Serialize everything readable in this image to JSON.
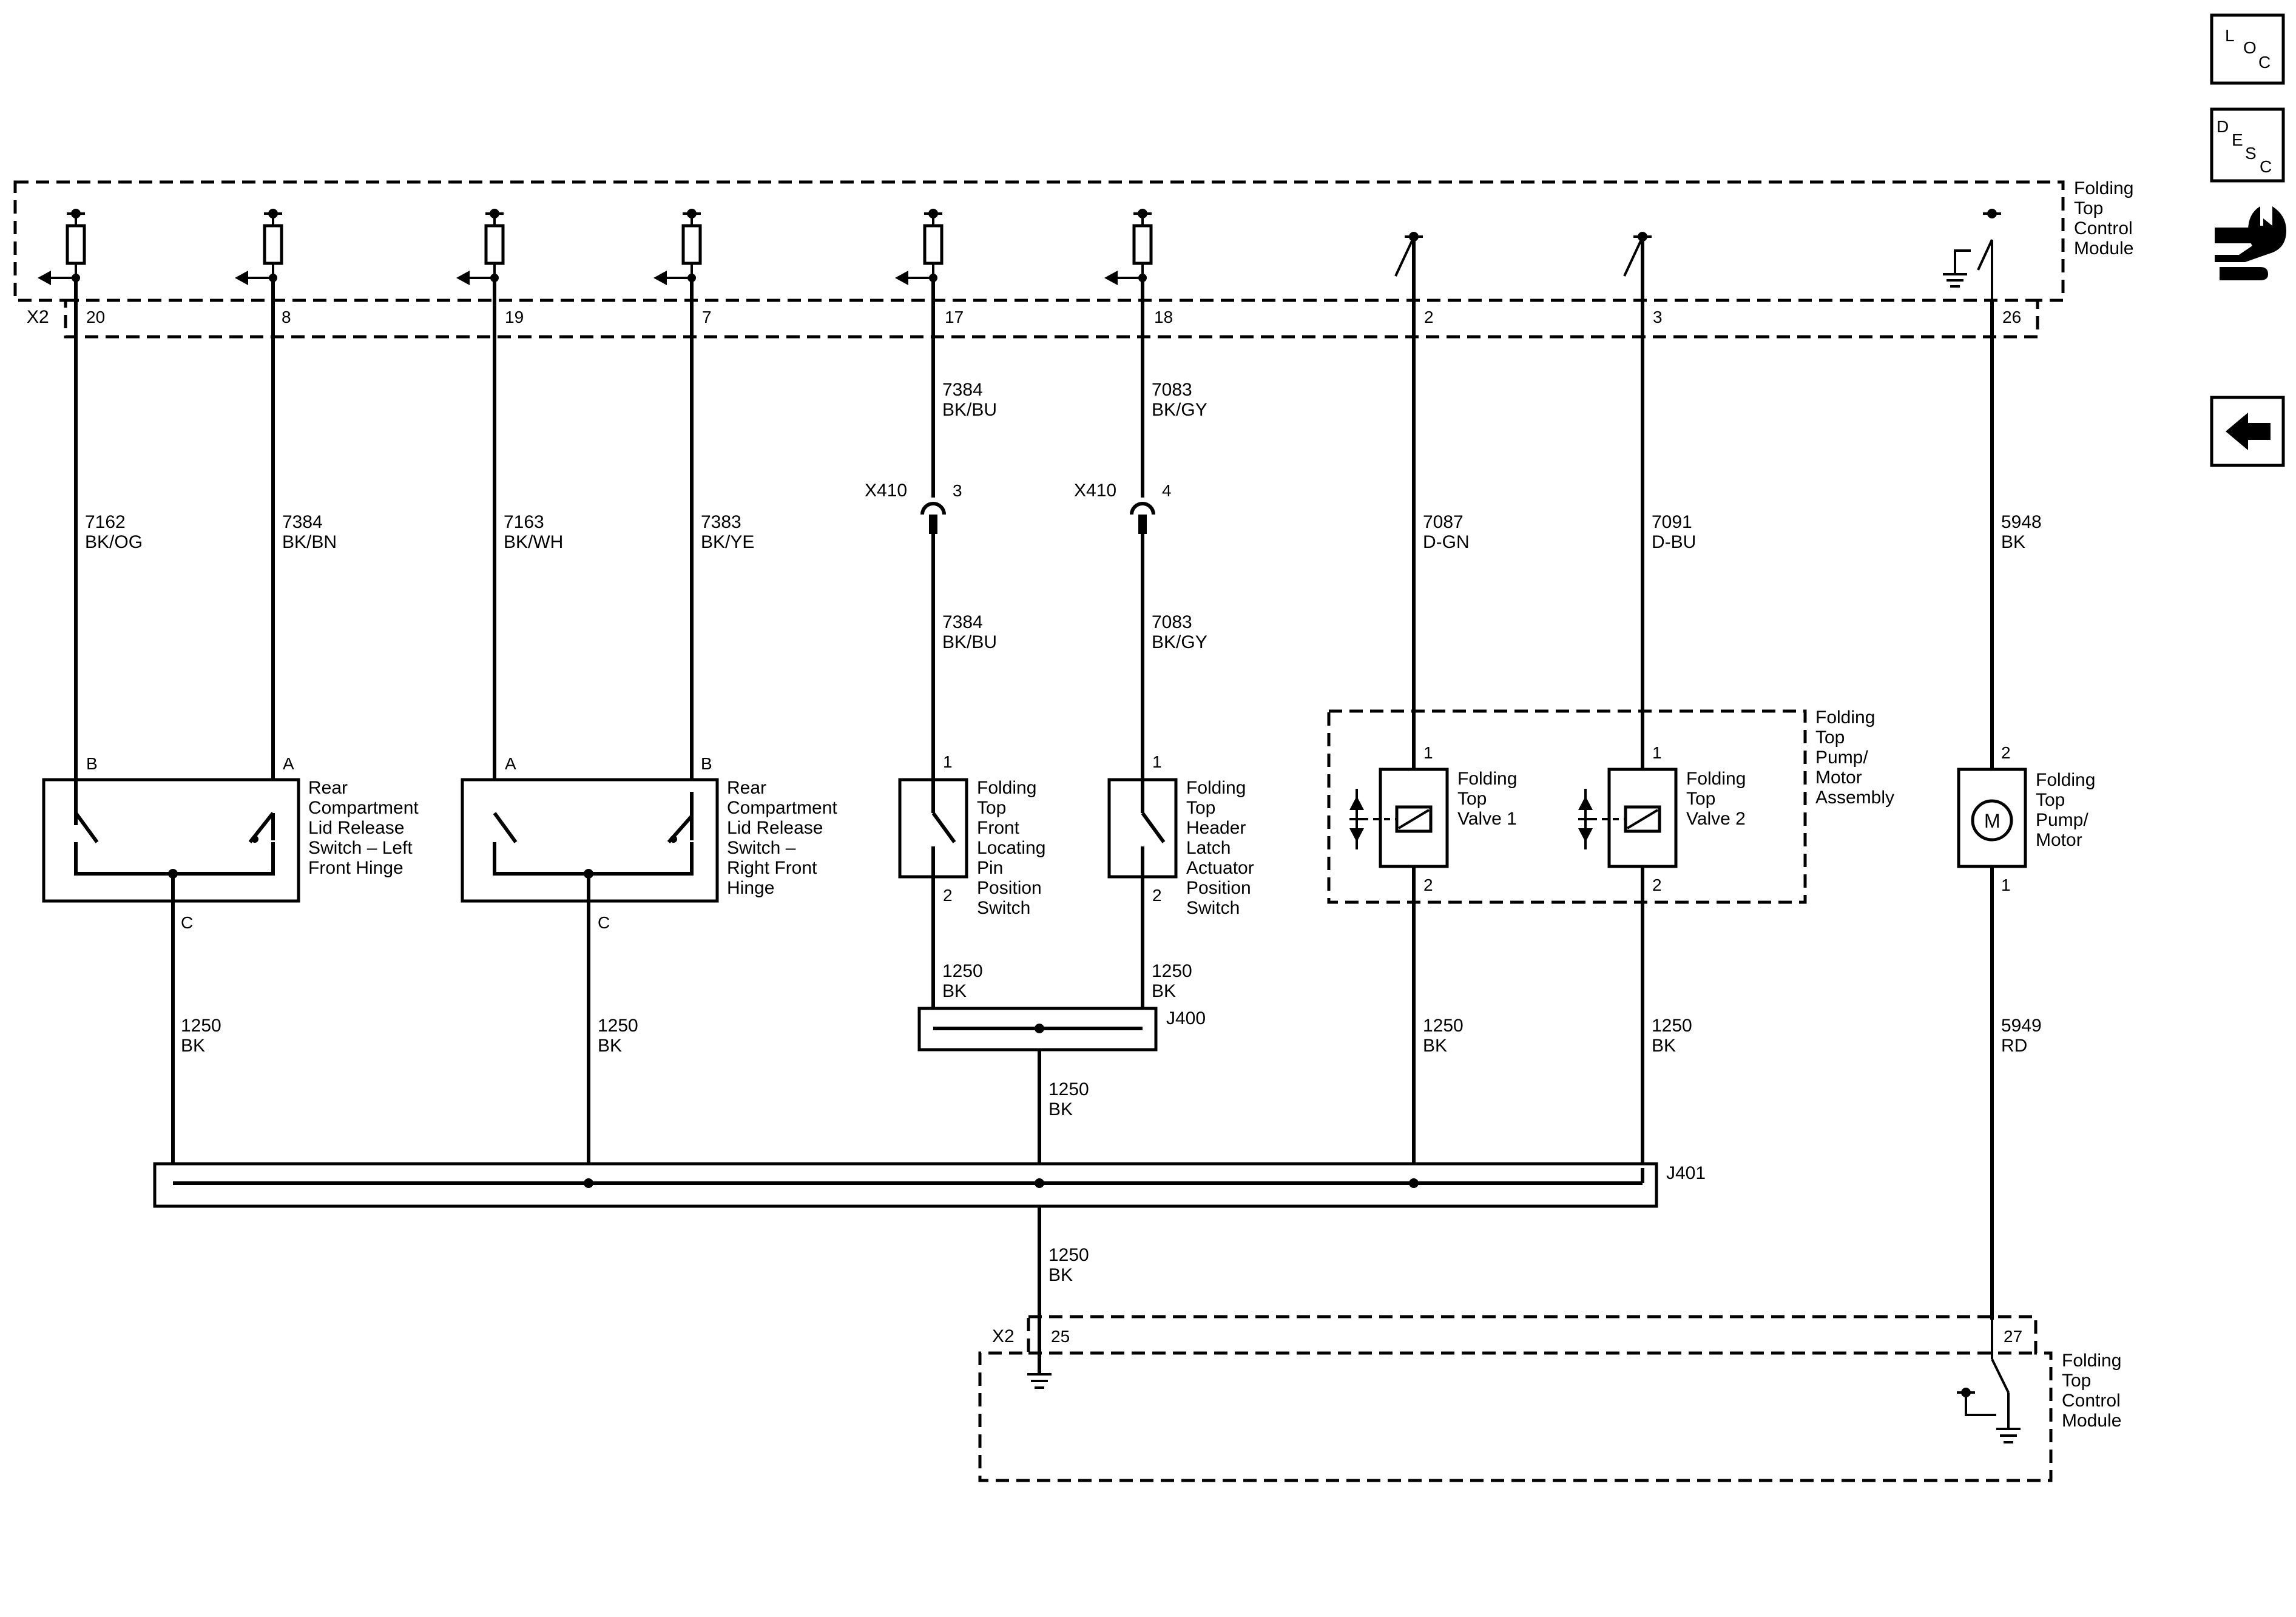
{
  "module": {
    "top_label": [
      "Folding",
      "Top",
      "Control",
      "Module"
    ],
    "bottom_label": [
      "Folding",
      "Top",
      "Control",
      "Module"
    ],
    "connector_top": "X2",
    "connector_bottom": "X2",
    "top_pins": [
      "20",
      "8",
      "19",
      "7",
      "17",
      "18",
      "2",
      "3",
      "26"
    ],
    "bottom_pins": [
      "25",
      "27"
    ]
  },
  "wires": {
    "w20": [
      "7162",
      "BK/OG"
    ],
    "w8": [
      "7384",
      "BK/BN"
    ],
    "w19": [
      "7163",
      "BK/WH"
    ],
    "w7": [
      "7383",
      "BK/YE"
    ],
    "w17_upper": [
      "7384",
      "BK/BU"
    ],
    "w17_lower": [
      "7384",
      "BK/BU"
    ],
    "w18_upper": [
      "7083",
      "BK/GY"
    ],
    "w18_lower": [
      "7083",
      "BK/GY"
    ],
    "w2": [
      "7087",
      "D-GN"
    ],
    "w3": [
      "7091",
      "D-BU"
    ],
    "w26": [
      "5948",
      "BK"
    ],
    "w_motor_ground": [
      "5949",
      "RD"
    ],
    "g_left": [
      "1250",
      "BK"
    ],
    "g_right": [
      "1250",
      "BK"
    ],
    "g_front_pin": [
      "1250",
      "BK"
    ],
    "g_header": [
      "1250",
      "BK"
    ],
    "g_j400": [
      "1250",
      "BK"
    ],
    "g_valve1": [
      "1250",
      "BK"
    ],
    "g_valve2": [
      "1250",
      "BK"
    ],
    "g_module": [
      "1250",
      "BK"
    ]
  },
  "connectors": {
    "x410_a": "X410",
    "x410_a_pin": "3",
    "x410_b": "X410",
    "x410_b_pin": "4",
    "j400": "J400",
    "j401": "J401"
  },
  "components": {
    "left_switch": {
      "label": [
        "Rear",
        "Compartment",
        "Lid Release",
        "Switch – Left",
        "Front Hinge"
      ],
      "pins": [
        "B",
        "A",
        "C"
      ]
    },
    "right_switch": {
      "label": [
        "Rear",
        "Compartment",
        "Lid Release",
        "Switch –",
        "Right Front",
        "Hinge"
      ],
      "pins": [
        "A",
        "B",
        "C"
      ]
    },
    "front_pin_switch": {
      "label": [
        "Folding",
        "Top",
        "Front",
        "Locating",
        "Pin",
        "Position",
        "Switch"
      ],
      "pins": [
        "1",
        "2"
      ]
    },
    "header_switch": {
      "label": [
        "Folding",
        "Top",
        "Header",
        "Latch",
        "Actuator",
        "Position",
        "Switch"
      ],
      "pins": [
        "1",
        "2"
      ]
    },
    "valve1": {
      "label": [
        "Folding",
        "Top",
        "Valve 1"
      ],
      "pins": [
        "1",
        "2"
      ]
    },
    "valve2": {
      "label": [
        "Folding",
        "Top",
        "Valve 2"
      ],
      "pins": [
        "1",
        "2"
      ]
    },
    "assembly_label": [
      "Folding",
      "Top",
      "Pump/",
      "Motor",
      "Assembly"
    ],
    "motor": {
      "label": [
        "Folding",
        "Top",
        "Pump/",
        "Motor"
      ],
      "symbol": "M",
      "pins": [
        "2",
        "1"
      ]
    }
  },
  "nav": {
    "loc": {
      "icon": "loc-icon",
      "letters": [
        "L",
        "O",
        "C"
      ]
    },
    "desc": {
      "icon": "desc-icon",
      "letters": [
        "D",
        "E",
        "S",
        "C"
      ]
    },
    "connector_icon": "connector-wrench-icon",
    "back_icon": "back-arrow-icon"
  },
  "colors": {
    "line": "#000000",
    "background": "#ffffff"
  }
}
